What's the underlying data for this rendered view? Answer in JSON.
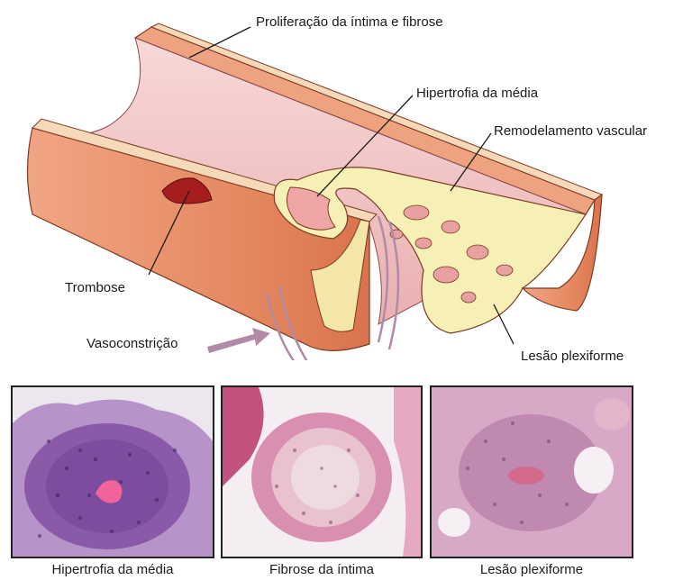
{
  "diagram": {
    "labels": {
      "proliferation": "Proliferação da íntima  e fibrose",
      "media_hypertrophy": "Hipertrofia da média",
      "remodeling": "Remodelamento vascular",
      "thrombosis": "Trombose",
      "vasoconstriction": "Vasoconstrição",
      "plexiform": "Lesão plexiforme"
    }
  },
  "panels": [
    {
      "caption": "Hipertrofia da média"
    },
    {
      "caption": "Fibrose da íntima"
    },
    {
      "caption": "Lesão plexiforme"
    }
  ],
  "colors": {
    "lumen": "#f3c6c6",
    "wall_outer": "#e9906a",
    "wall_edge": "#f6d9b9",
    "plexiform_fill": "#f7f0b6",
    "thrombus": "#a51d1d",
    "arrow": "#b08aa6",
    "he_purple": "#8a5aa8",
    "he_pink": "#e8a3c0"
  }
}
